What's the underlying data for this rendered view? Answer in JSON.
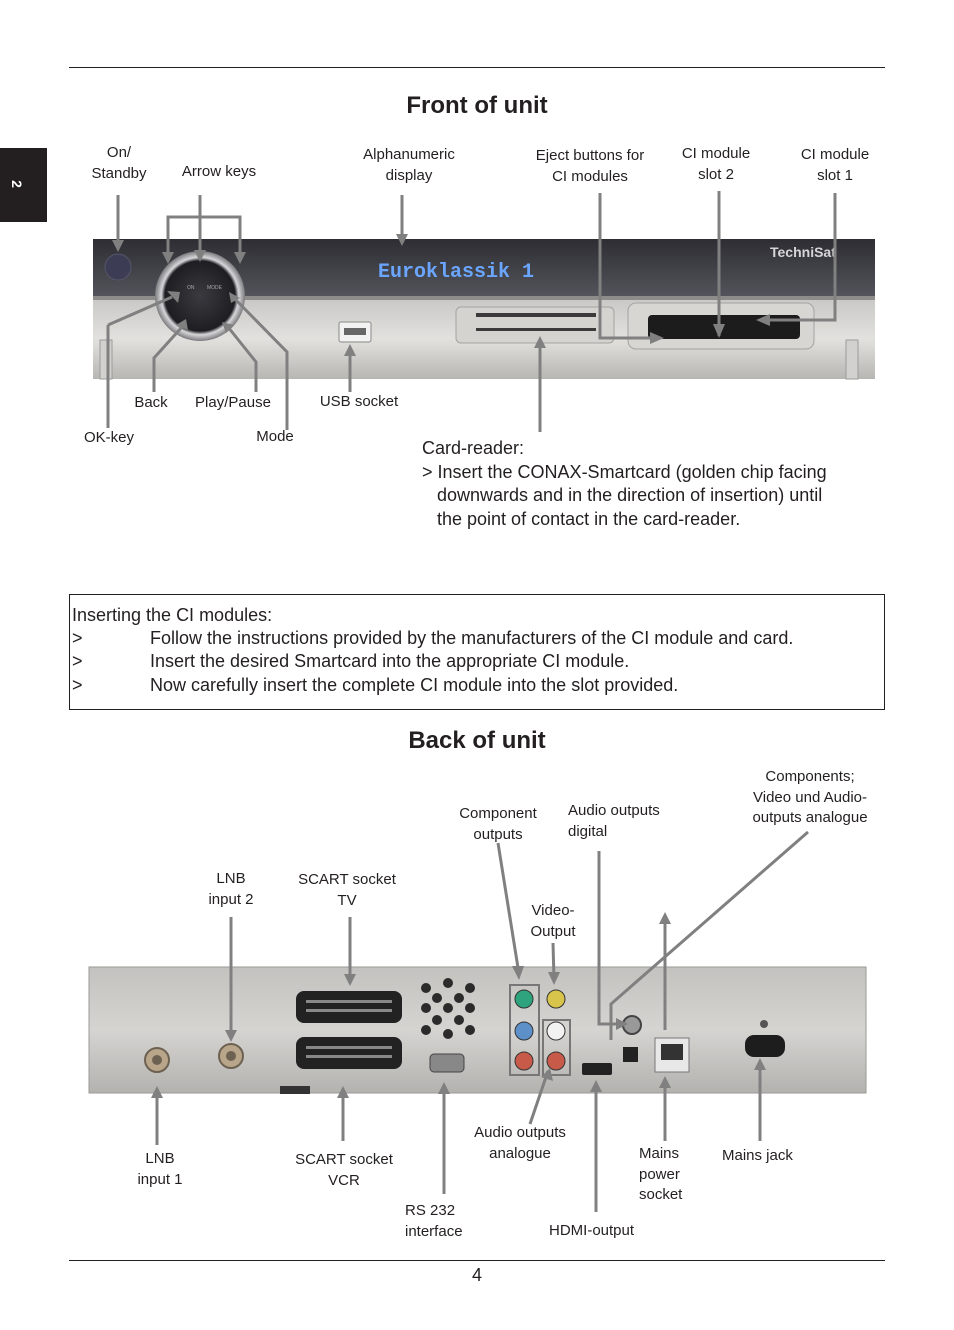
{
  "page": {
    "tab_marker": "2",
    "page_number": "4"
  },
  "front": {
    "title": "Front of unit",
    "display_text": "Euroklassik 1",
    "brand": "TechniSat",
    "button_labels": {
      "on": "ON",
      "mode": "MODE"
    },
    "labels": {
      "on_standby": "On/\nStandby",
      "arrow_keys": "Arrow keys",
      "alpha_display": "Alphanumeric\ndisplay",
      "eject_buttons": "Eject buttons for\nCI modules",
      "ci_slot_2": "CI module\nslot 2",
      "ci_slot_1": "CI module\nslot 1",
      "back": "Back",
      "play_pause": "Play/Pause",
      "usb_socket": "USB socket",
      "ok_key": "OK-key",
      "mode": "Mode"
    },
    "card_reader": {
      "heading": "Card-reader:",
      "lines": [
        "> Insert the CONAX-Smartcard (golden chip facing",
        "   downwards and in the direction of insertion) until",
        "   the point of contact in the card-reader."
      ]
    }
  },
  "ci_box": {
    "heading": "Inserting the CI modules:",
    "items": [
      {
        "marker": ">",
        "text": "Follow the instructions provided by the manufacturers of the CI module and card."
      },
      {
        "marker": ">",
        "text": "Insert the desired Smartcard into the appropriate CI module."
      },
      {
        "marker": ">",
        "text": "Now carefully insert the complete CI module into the slot provided."
      }
    ]
  },
  "back": {
    "title": "Back of unit",
    "labels": {
      "components_video_audio": "Components;\nVideo und Audio-\noutputs analogue",
      "component_outputs": "Component\noutputs",
      "audio_digital": "Audio outputs\ndigital",
      "lnb_input_2": "LNB\ninput 2",
      "scart_tv": "SCART socket\nTV",
      "video_output": "Video-\nOutput",
      "lnb_input_1": "LNB\ninput 1",
      "scart_vcr": "SCART socket\nVCR",
      "audio_analogue": "Audio outputs\nanalogue",
      "mains_power_socket": "Mains\npower\nsocket",
      "mains_jack": "Mains jack",
      "rs232": "RS 232\ninterface",
      "hdmi_output": "HDMI-output"
    }
  }
}
